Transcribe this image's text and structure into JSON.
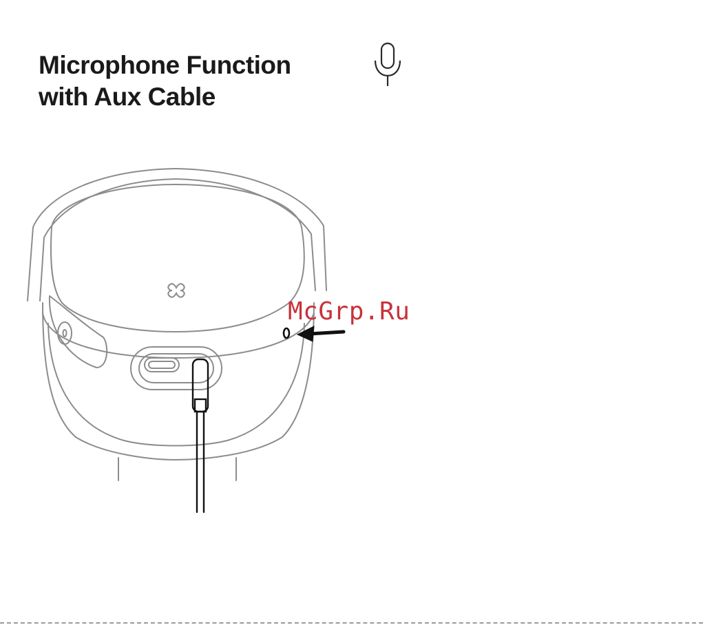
{
  "title": {
    "line1": "Microphone Function",
    "line2": "with Aux Cable"
  },
  "watermark": "McGrp.Ru",
  "icons": {
    "title_icon": "microphone-icon",
    "callout": "arrow-left-icon",
    "brand_logo": "brand-x-logo"
  },
  "colors": {
    "ink": "#1a1a1a",
    "line_art": "#8c8c8c",
    "watermark": "#c8323a"
  }
}
